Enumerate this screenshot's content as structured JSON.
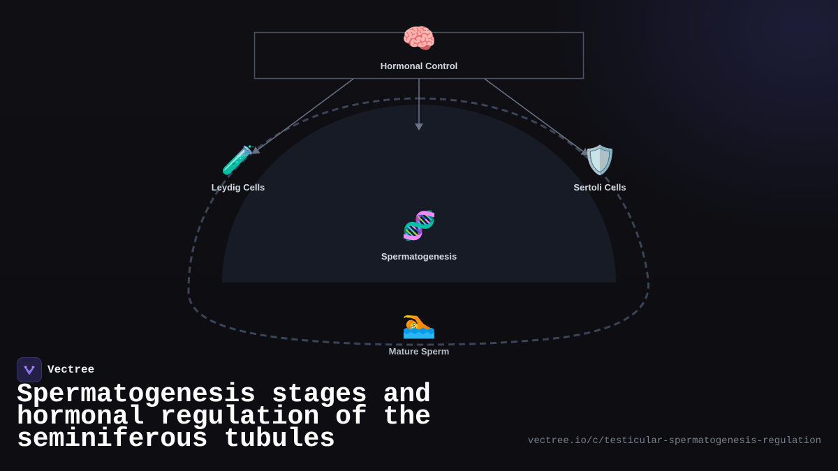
{
  "diagram": {
    "nodes": {
      "hormonal_control": {
        "label": "Hormonal Control",
        "icon": "brain-icon",
        "glyph": "🧠"
      },
      "leydig_cells": {
        "label": "Leydig Cells",
        "icon": "test-tube-icon",
        "glyph": "🧪"
      },
      "sertoli_cells": {
        "label": "Sertoli Cells",
        "icon": "shield-icon",
        "glyph": "🛡️"
      },
      "spermatogenesis": {
        "label": "Spermatogenesis",
        "icon": "dna-icon",
        "glyph": "🧬"
      },
      "mature_sperm": {
        "label": "Mature Sperm",
        "icon": "swimmer-icon",
        "glyph": "🏊"
      }
    },
    "colors": {
      "background": "#0f0f14",
      "dome_fill": "#161b26",
      "dashed_outline": "#3a4558",
      "arrow": "#6b7486",
      "box_stroke": "#4a5263",
      "label": "#d4d8e0"
    }
  },
  "brand": {
    "name": "Vectree",
    "icon": "vectree-logo-icon"
  },
  "title": "Spermatogenesis stages and hormonal regulation of the seminiferous tubules",
  "url": "vectree.io/c/testicular-spermatogenesis-regulation"
}
